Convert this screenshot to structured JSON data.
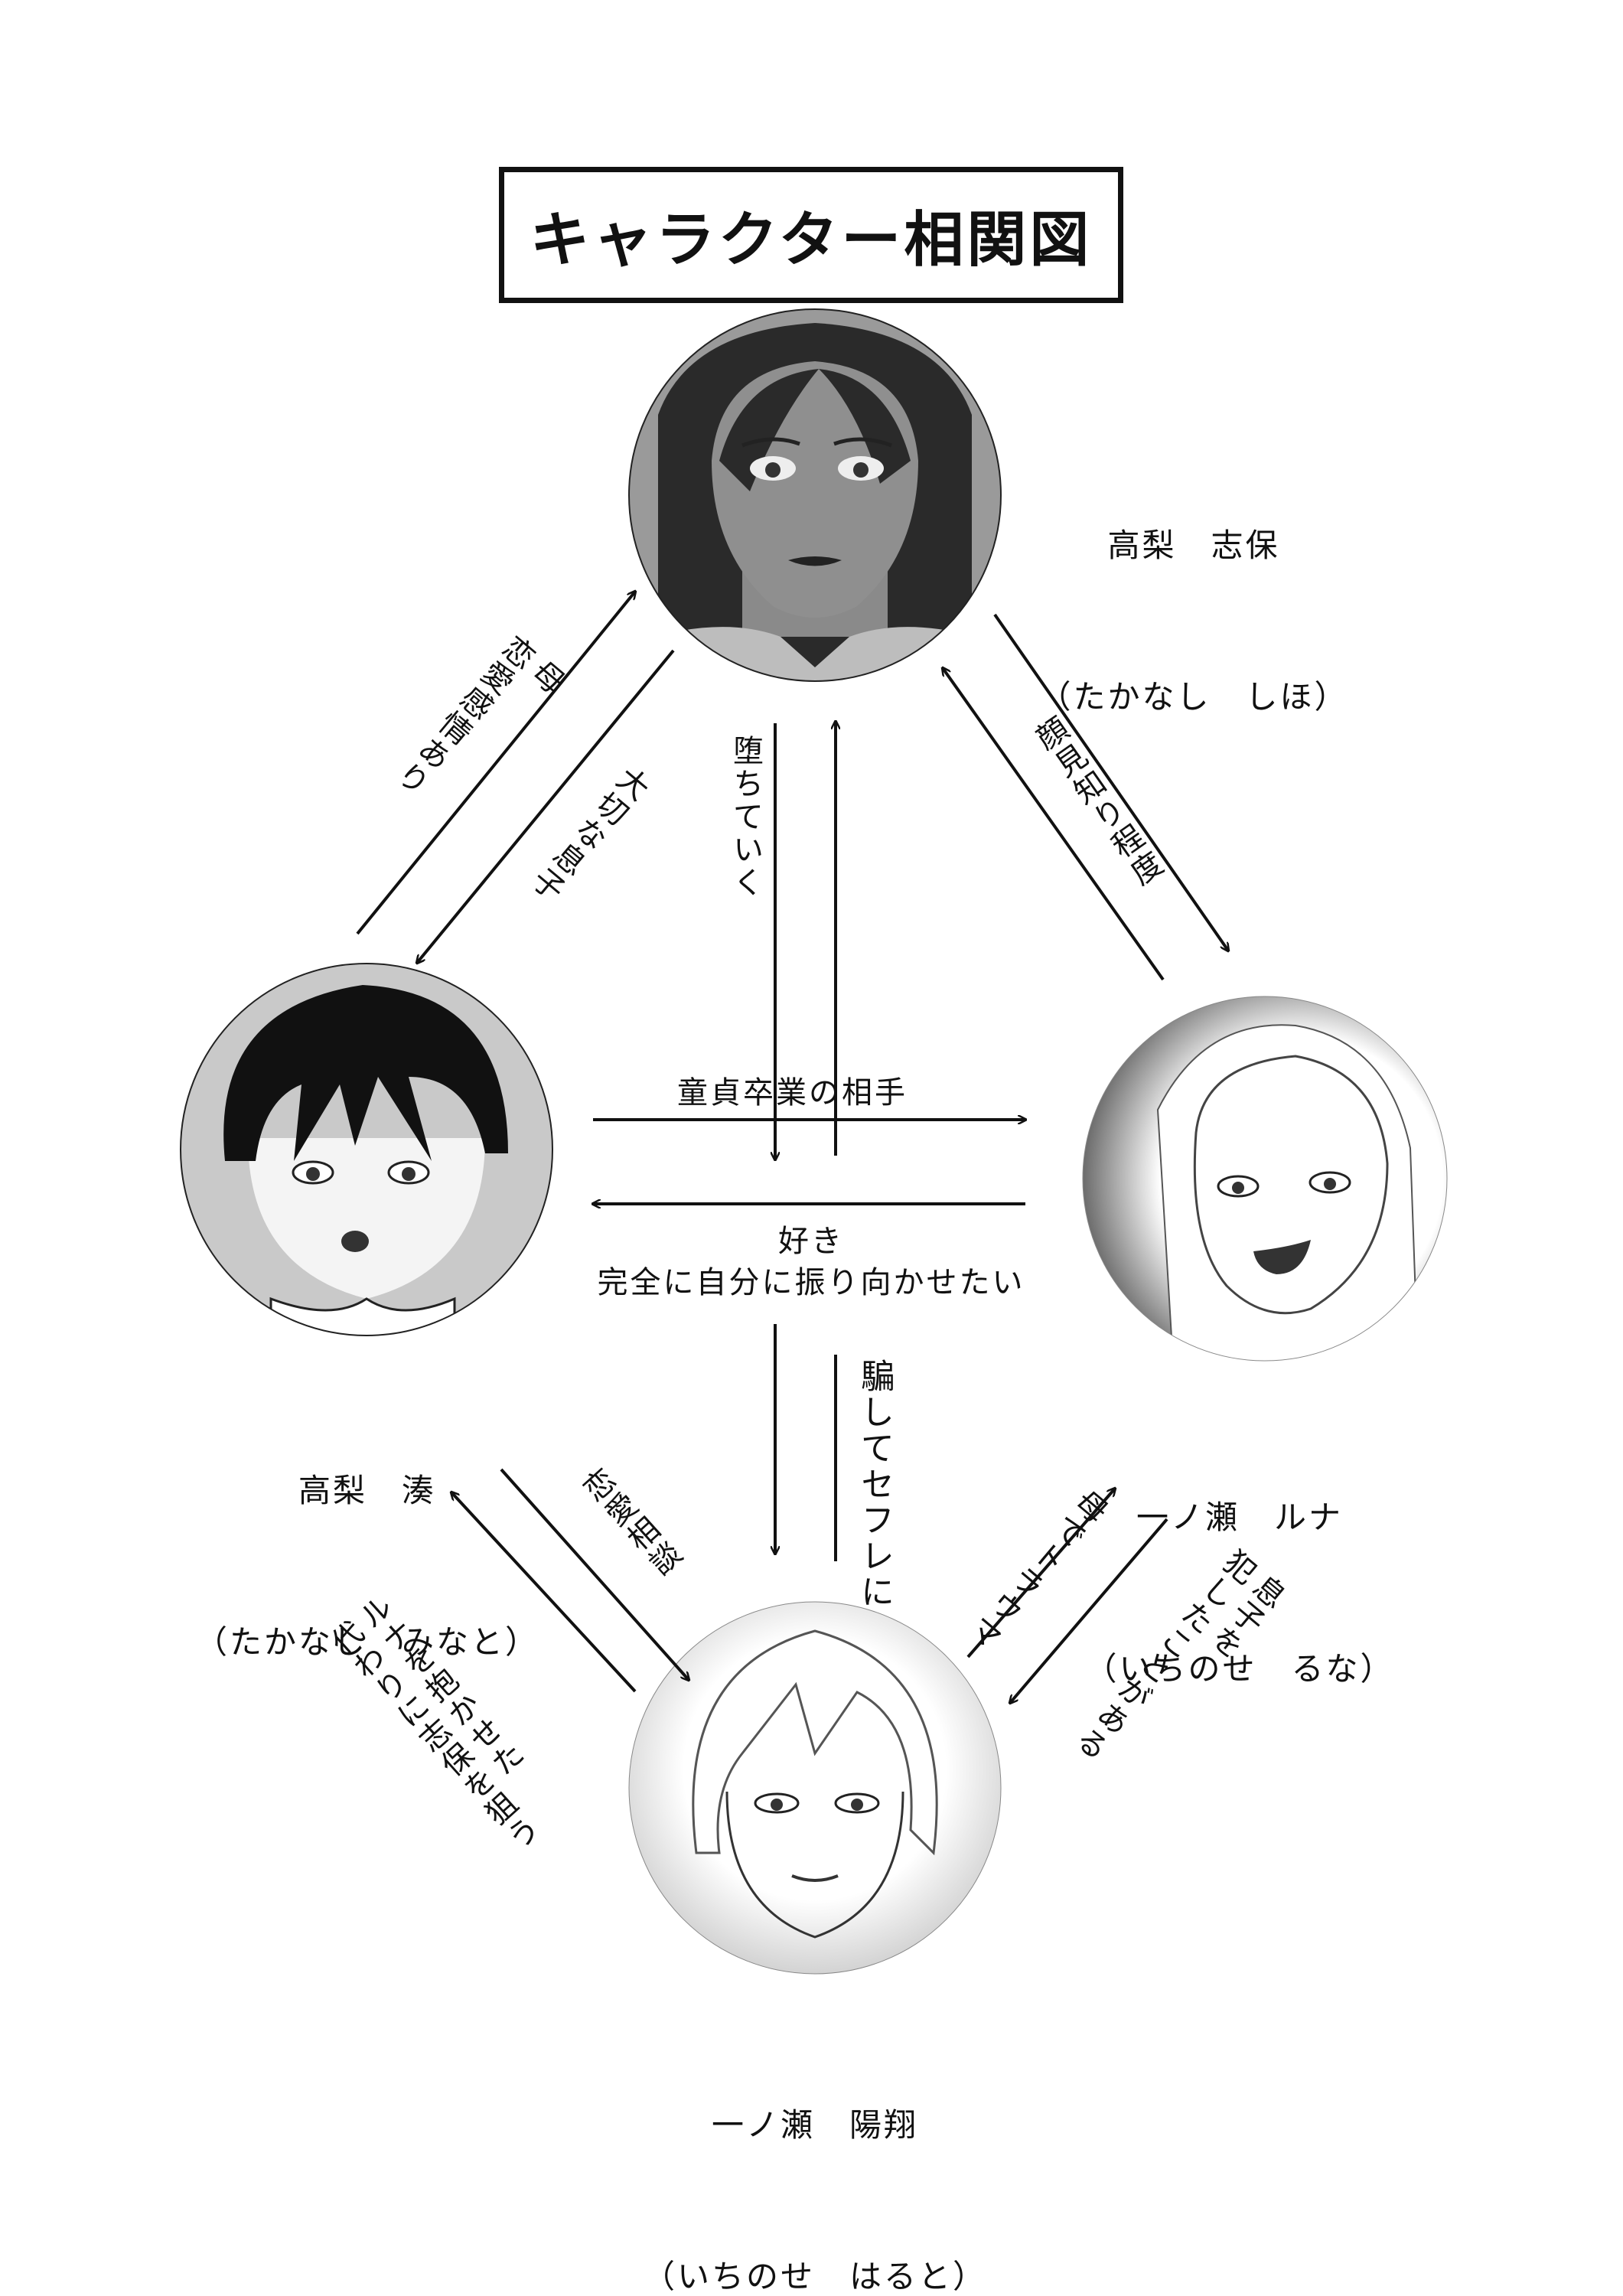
{
  "title": "キャラクター相関図",
  "characters": {
    "shiho": {
      "name": "高梨　志保",
      "reading": "（たかなし　しほ）"
    },
    "minato": {
      "name": "高梨　湊",
      "reading": "（たかなし　みなと）"
    },
    "runa": {
      "name": "一ノ瀬　ルナ",
      "reading": "（いちのせ　るな）"
    },
    "haruto": {
      "name": "一ノ瀬　陽翔",
      "reading": "（いちのせ　はると）"
    }
  },
  "relations": {
    "minato_to_shiho": {
      "line1": "母",
      "line2": "恋愛感情あり"
    },
    "shiho_to_minato": "大切な息子",
    "shiho_to_haruto": "堕ちていく",
    "runa_to_shiho": "顔見知り程度",
    "minato_to_runa": "童貞卒業の相手",
    "runa_to_minato": {
      "line1": "好き",
      "line2": "完全に自分に振り向かせたい"
    },
    "haruto_to_shiho": "騙してセフレに",
    "minato_to_haruto": "恋愛相談",
    "haruto_to_minato": {
      "line1": "ルナを抱かせた",
      "line2": "代わりに志保を狙う"
    },
    "haruto_to_runa": "母でトラウマ",
    "runa_to_haruto": {
      "line1": "息子を",
      "line2": "犯したことがある"
    }
  },
  "colors": {
    "ink": "#111111",
    "background": "#ffffff"
  }
}
